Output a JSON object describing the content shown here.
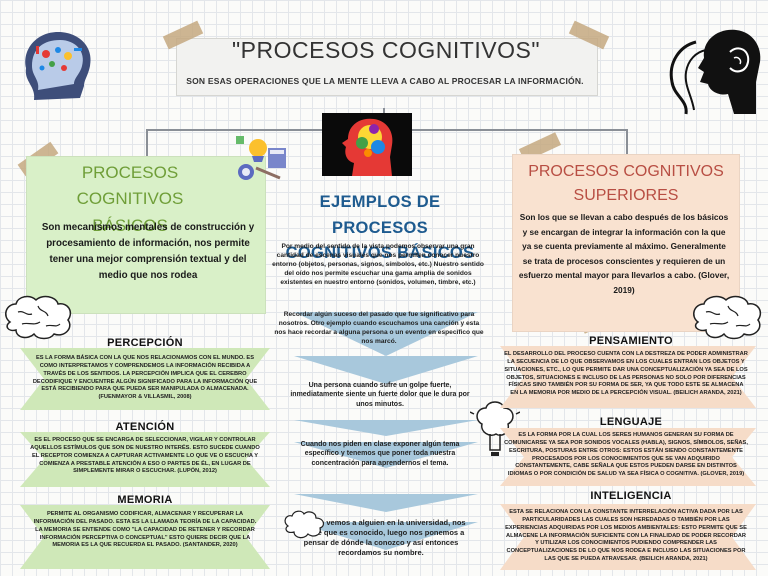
{
  "header": {
    "title": "\"PROCESOS COGNITIVOS\"",
    "subtitle": "SON ESAS OPERACIONES QUE LA MENTE LLEVA A CABO AL PROCESAR LA INFORMACIÓN."
  },
  "left": {
    "heading": "PROCESOS COGNITIVOS BÁSICOS",
    "description": "Son mecanismos mentales de construcción y procesamiento de información, nos permite tener una mejor comprensión textual y del medio que nos rodea",
    "sections": [
      {
        "title": "PERCEPCIÓN",
        "text": "ES LA FORMA BÁSICA CON LA QUE NOS RELACIONAMOS CON EL MUNDO. ES COMO INTERPRETAMOS Y COMPRENDEMOS LA INFORMACIÓN RECIBIDA A TRAVÉS DE LOS SENTIDOS. LA PERCEPCIÓN IMPLICA QUE EL CEREBRO DECODIFIQUE Y ENCUENTRE ALGÚN SIGNIFICADO PARA LA INFORMACIÓN QUE ESTÁ RECIBIENDO PARA QUE PUEDA SER MANIPULADA O ALMACENADA. (FUENMAYOR & VILLASMIL, 2008)"
      },
      {
        "title": "ATENCIÓN",
        "text": "ES EL PROCESO QUE SE ENCARGA DE SELECCIONAR, VIGILAR Y CONTROLAR AQUELLOS ESTÍMULOS QUE SON DE NUESTRO INTERÉS. ESTO SUCEDE CUANDO EL RECEPTOR COMIENZA A CAPTURAR ACTIVAMENTE LO QUE VE O ESCUCHA Y COMIENZA A PRESTABLE ATENCIÓN A ESO O PARTES DE ÉL, EN LUGAR DE SIMPLEMENTE MIRAR O ESCUCHAR. (LUPÓN, 2012)"
      },
      {
        "title": "MEMORIA",
        "text": "PERMITE AL ORGANISMO CODIFICAR, ALMACENAR Y RECUPERAR LA INFORMACIÓN DEL PASADO. ESTA ES LA LLAMADA TEORÍA DE LA CAPACIDAD. LA MEMORIA SE ENTIENDE COMO \"LA CAPACIDAD DE RETENER Y RECORDAR INFORMACIÓN PERCEPTIVA O CONCEPTUAL\" ESTO QUIERE DECIR QUE LA MEMORIA ES LA QUE RECUERDA EL PASADO. (SANTANDER, 2020)"
      }
    ]
  },
  "center": {
    "heading": "EJEMPLOS DE PROCESOS COGNITIVOS BÁSICOS",
    "examples": [
      "Por medio del sentido de la vista podemos observar una gran cantidad de escenas visuales que nos permiten conocer nuestro entorno (objetos, personas, signos, símbolos, etc.) Nuestro sentido del oído nos permite escuchar una gama amplia de sonidos existentes en nuestro entorno (sonidos, volumen, timbre, etc.)",
      "Recordar algún suceso del pasado que fue significativo para nosotros. Otro ejemplo cuando escuchamos una canción y esta nos hace recordar a alguna persona o un evento en específico que nos marcó.",
      "Una persona cuando sufre un golpe fuerte, inmediatamente siente un fuerte dolor que le dura por unos minutos.",
      "Cuando nos piden en clase exponer algún tema específico y tenemos que poner toda nuestra concentración para aprendernos el tema.",
      "Cuando vemos a alguien en la universidad, nos parece que es conocido, luego nos ponemos a pensar de dónde la conozco y así entonces recordamos su nombre."
    ]
  },
  "right": {
    "heading": "PROCESOS COGNITIVOS SUPERIORES",
    "description": "Son los que se llevan a cabo después de los básicos y se encargan de integrar la información con la que ya se cuenta previamente al máximo. Generalmente se trata de procesos conscientes y requieren de un esfuerzo mental mayor para llevarlos a cabo. (Glover, 2019)",
    "sections": [
      {
        "title": "PENSAMIENTO",
        "text": "EL DESARROLLO DEL PROCESO CUENTA CON LA DESTREZA DE PODER ADMINISTRAR LA SECUENCIA DE LO QUE OBSERVAMOS EN LOS CUALES ENTRAN LOS OBJETOS Y SITUACIONES, ETC., LO QUE PERMITE DAR UNA CONCEPTUALIZACIÓN YA SEA DE LOS OBJETOS, SITUACIONES E INCLUSO DE LAS PERSONAS NO SOLO POR DIFERENCIAS FÍSICAS SINO TAMBIÉN POR SU FORMA DE SER, YA QUE TODO ESTE SE ALMACENA EN LA MEMORIA POR MEDIO DE LA PERCEPCIÓN VISUAL. (BEILICH ARANDA, 2021)"
      },
      {
        "title": "LENGUAJE",
        "text": "ES LA FORMA POR LA CUAL LOS SERES HUMANOS GENERAN SU FORMA DE COMUNICARSE YA SEA POR SONIDOS VOCALES (HABLA), SIGNOS, SÍMBOLOS, SEÑAS, ESCRITURA, POSTURAS ENTRE OTROS: ESTOS ESTÁN SIENDO CONSTANTEMENTE PROCESADOS POR LOS CONOCIMIENTOS QUE SE VAN ADQUIRIDO CONSTANTEMENTE, CABE SEÑALA QUE ESTOS PUEDEN DARSE EN DISTINTOS IDIOMAS O POR CONDICIÓN DE SALUD YA SEA FÍSICA O COGNITIVA. (GLOVER, 2019)"
      },
      {
        "title": "INTELIGENCIA",
        "text": "ESTA SE RELACIONA CON LA CONSTANTE INTERRELACIÓN ACTIVA DADA POR LAS PARTICULARIDADES LAS CUALES SON HEREDADAS O TAMBIÉN POR LAS EXPERIENCIAS ADQUIRIDAS POR LOS MEDIOS AMBIENTALES: ESTO PERMITE QUE SE ALMACENE LA INFORMACIÓN SUFICIENTE CON LA FINALIDAD DE PODER RECORDAR Y UTILIZAR LOS CONOCIMIENTOS PUDIENDO COMPRENDER LAS CONCEPTUALIZACIONES DE LO QUE NOS RODEA E INCLUSO LAS SITUACIONES POR LAS QUE SE PUEDA ATRAVESAR. (BEILICH ARANDA, 2021)"
      }
    ]
  },
  "colors": {
    "green_heading": "#6f9e38",
    "pink_heading": "#b84e43",
    "blue_heading": "#1e5b8f",
    "green_card": "#d9f0c8",
    "pink_card": "#f9e2d0",
    "blue_triangles": "#a8c8dc",
    "green_triangles": "#cfe8b8",
    "tape": "#c4a880"
  },
  "icons": [
    "head-gears-icon",
    "head-silhouette-icon",
    "colorful-head-icon",
    "tools-icon",
    "brain-icon"
  ]
}
